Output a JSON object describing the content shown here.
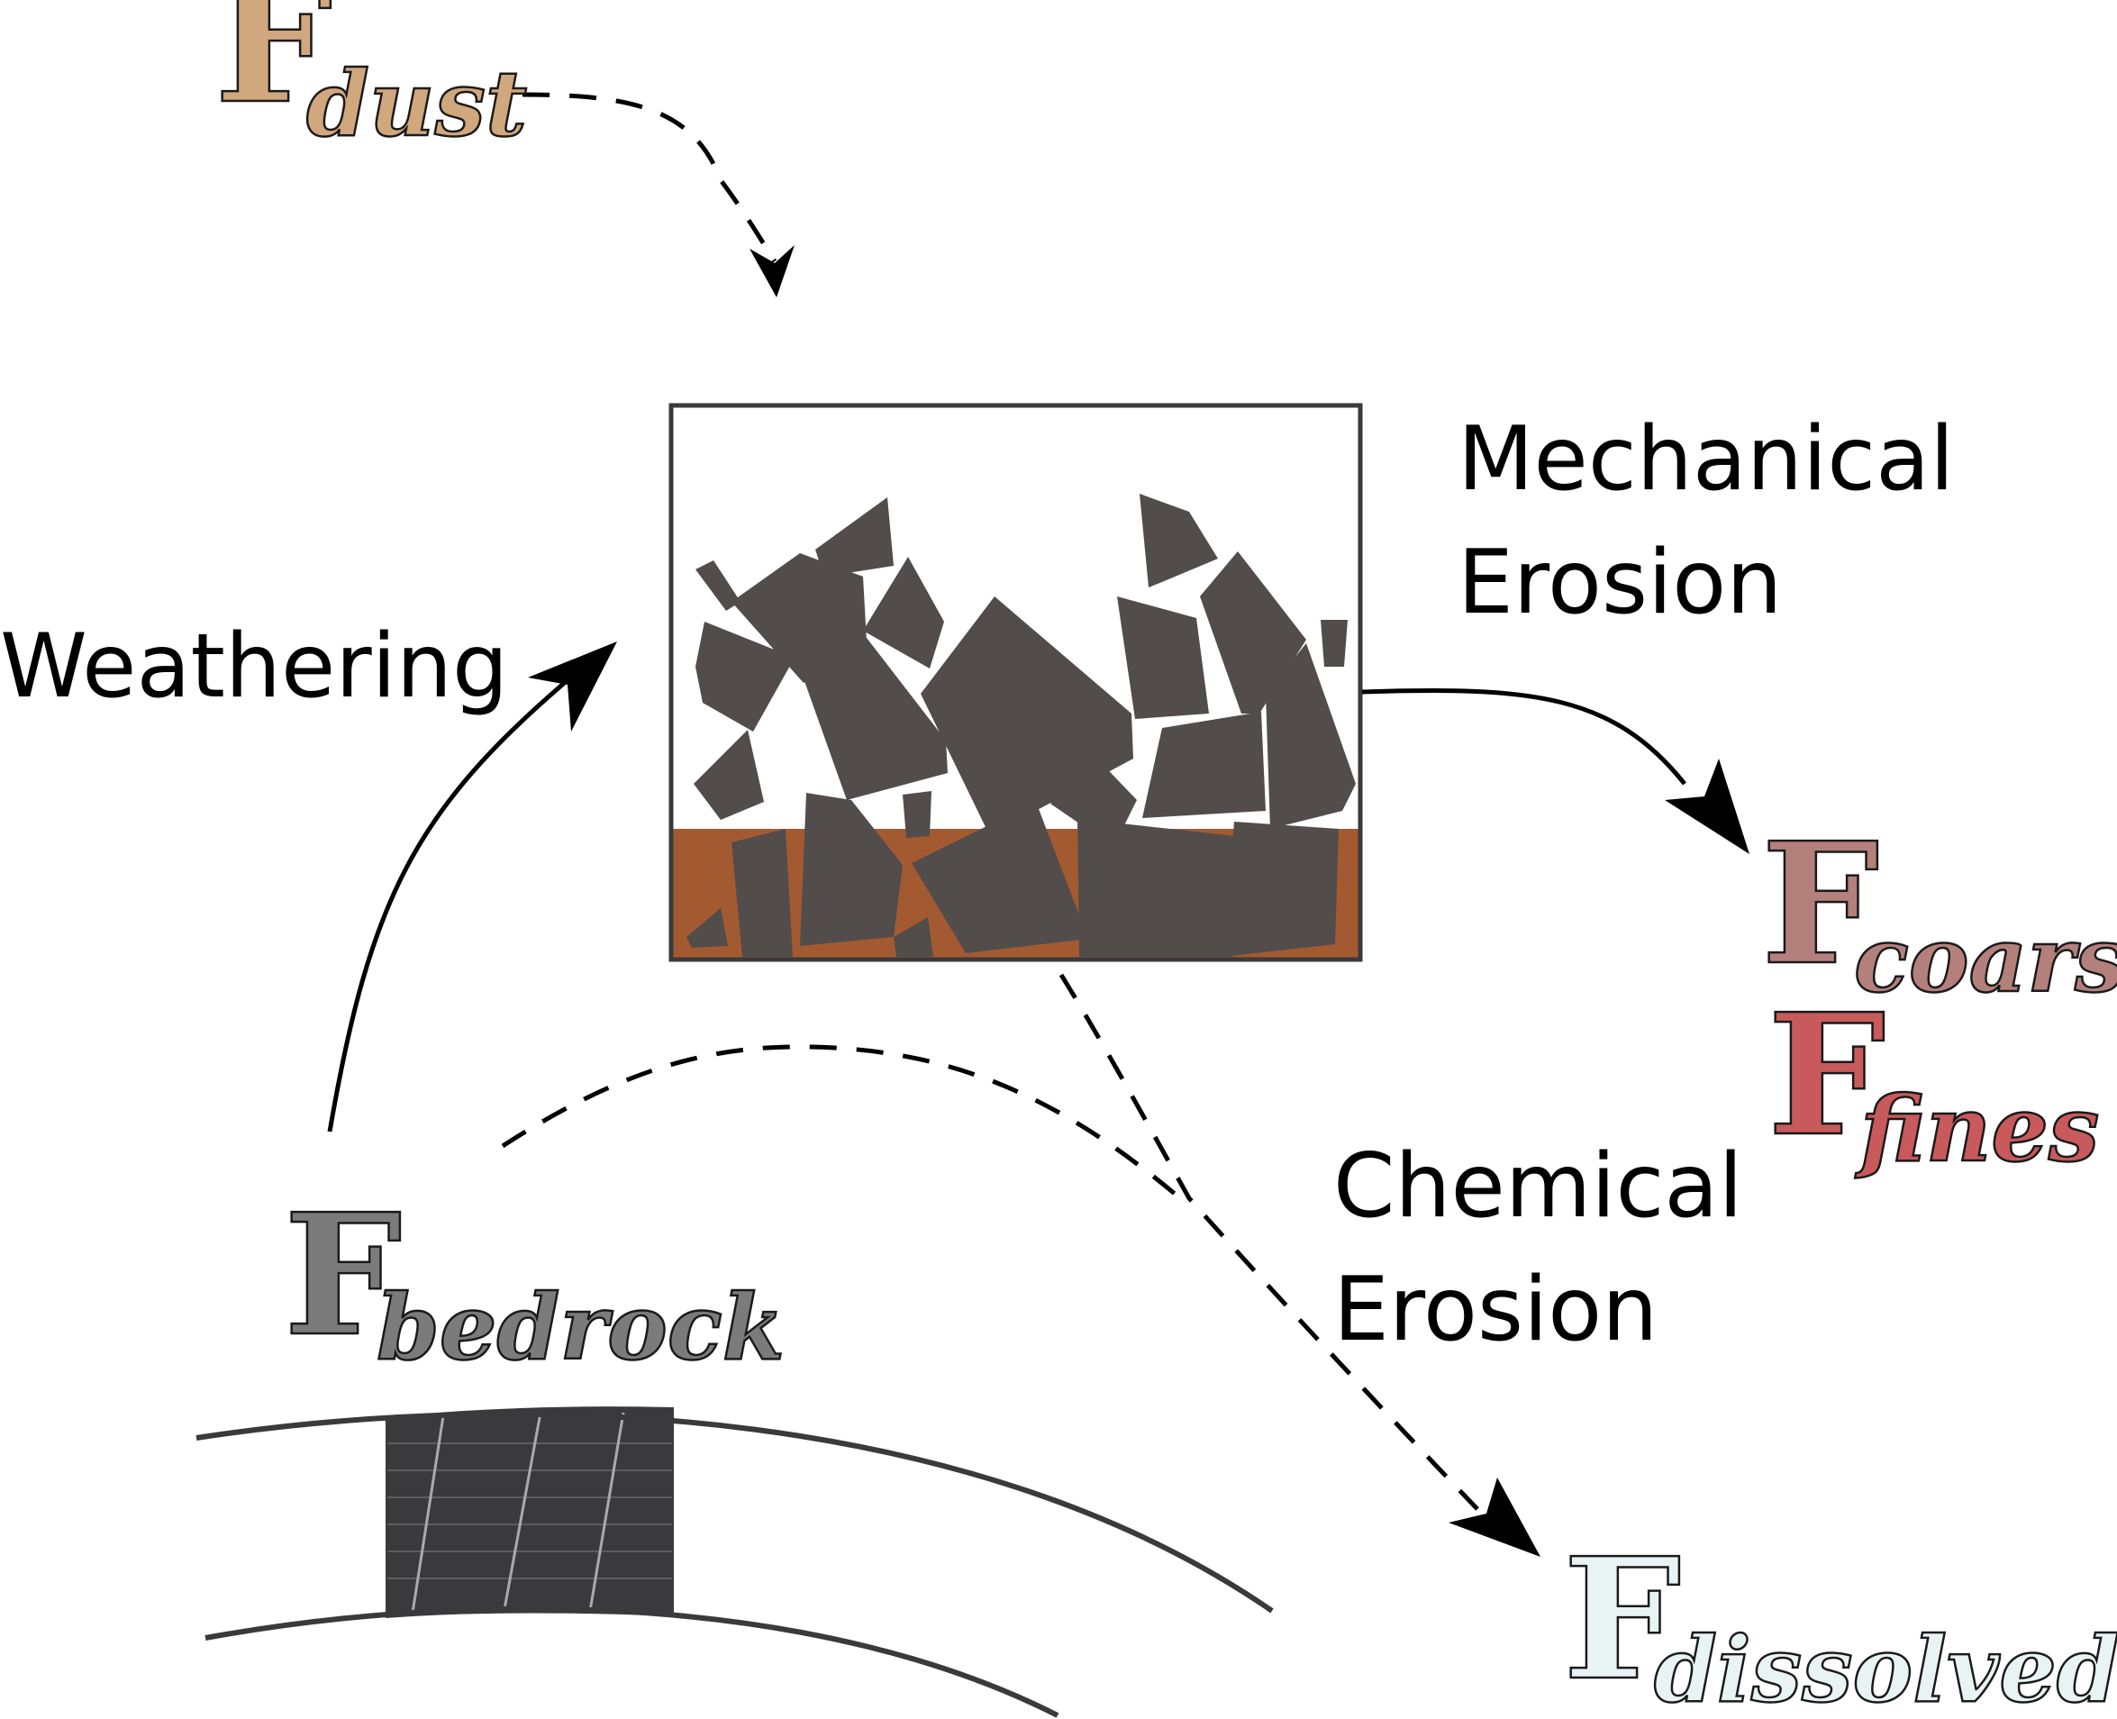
{
  "labels": {
    "weathering": "Weathering",
    "mechanical_line1": "Mechanical",
    "mechanical_line2": "Erosion",
    "chemical_line1": "Chemical",
    "chemical_line2": "Erosion"
  },
  "fluxes": {
    "symbol": "F",
    "dust": {
      "sub": "dust",
      "color": "#d1a77d"
    },
    "bedrock": {
      "sub": "bedrock",
      "color": "#7b7b7b"
    },
    "coarse": {
      "sub": "coarse",
      "color": "#b4807c"
    },
    "fines": {
      "sub": "fines",
      "color": "#c85a5c"
    },
    "dissolved": {
      "sub": "dissolved",
      "color": "#e8f3f4"
    }
  },
  "colors": {
    "rock": "#524c4b",
    "soil": "#a45a31",
    "bedrock_block": "#3a3a3d",
    "box_outline": "#3a3a3d"
  }
}
